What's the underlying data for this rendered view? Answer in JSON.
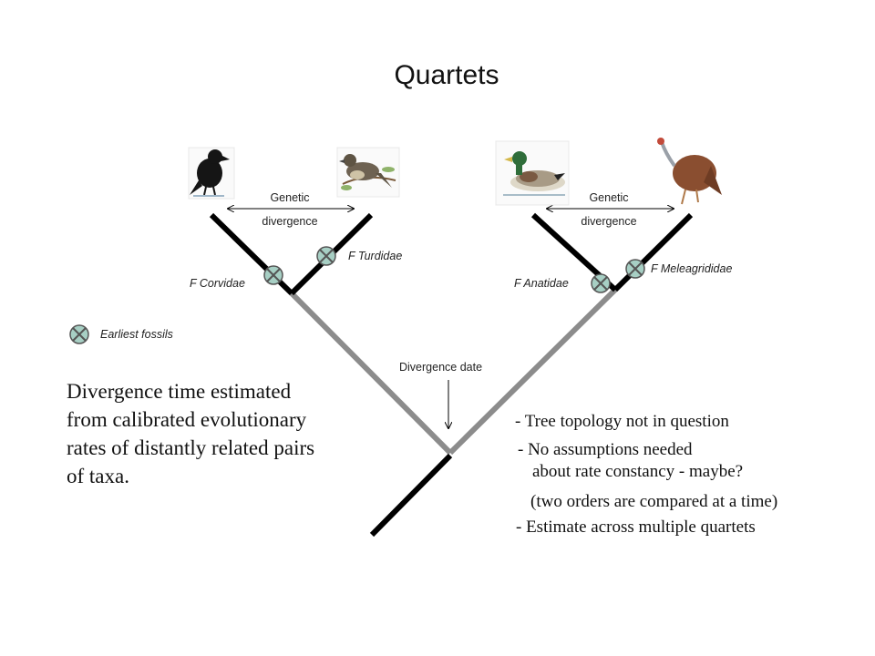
{
  "title": "Quartets",
  "labels": {
    "genetic_divergence_left": [
      "Genetic",
      "divergence"
    ],
    "genetic_divergence_right": [
      "Genetic",
      "divergence"
    ],
    "corvidae": "F Corvidae",
    "turdidae": "F Turdidae",
    "anatidae": "F Anatidae",
    "meleagrididae": "F Meleagrididae",
    "earliest_fossils": "Earliest fossils",
    "divergence_date": "Divergence date"
  },
  "left_text": [
    "Divergence time estimated",
    "from calibrated evolutionary",
    "rates of distantly related pairs",
    "of taxa."
  ],
  "bullets": {
    "b1": "- Tree topology not in question",
    "b2a": "- No assumptions needed",
    "b2b": "about rate constancy - maybe?",
    "b3": "(two orders are compared at a time)",
    "b4": "- Estimate across multiple quartets"
  },
  "colors": {
    "branch_black": "#000000",
    "branch_gray": "#8c8c8c",
    "fossil_fill": "#a7cfc4",
    "fossil_stroke": "#555555"
  },
  "icons": [
    "crow-icon",
    "thrush-icon",
    "duck-icon",
    "turkey-icon",
    "fossil-marker-icon"
  ]
}
